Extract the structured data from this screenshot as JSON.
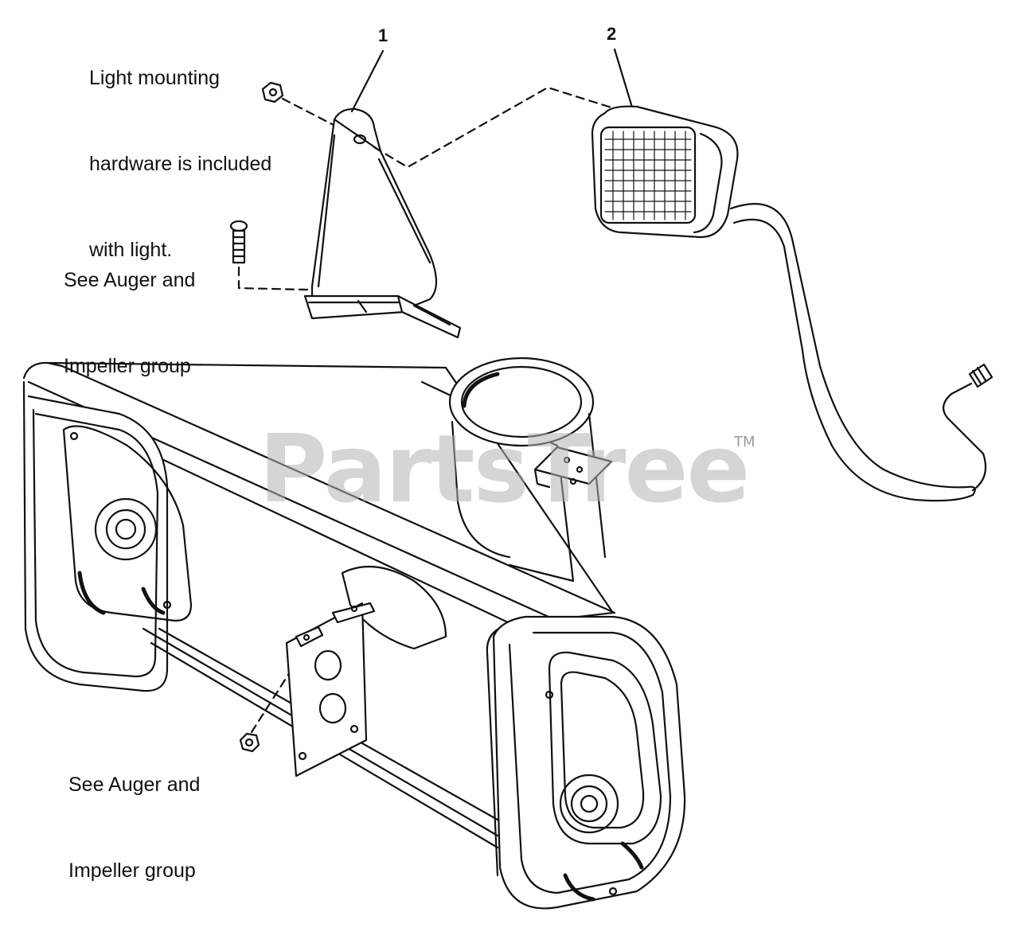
{
  "callouts": {
    "light_hardware": [
      "Light mounting",
      "hardware is included",
      "with light."
    ],
    "see_auger_upper": [
      "See Auger and",
      "Impeller group"
    ],
    "see_auger_lower": [
      "See Auger and",
      "Impeller group"
    ]
  },
  "part_numbers": {
    "bracket": "1",
    "light": "2"
  },
  "watermark": {
    "text": "PartsTree",
    "trademark": "TM"
  },
  "colors": {
    "line": "#111111",
    "watermark": "#b4b4b4"
  }
}
